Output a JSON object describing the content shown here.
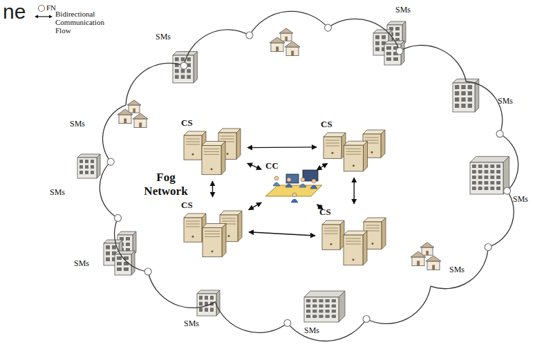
{
  "diagram": {
    "nodes": [
      {
        "text": [
          "Fog Network"
        ]
      },
      {
        "text": [
          "CS"
        ],
        "in": 0
      },
      {
        "text": [
          "CS"
        ],
        "in": 0
      },
      {
        "text": [
          "CC"
        ],
        "in": 0
      },
      {
        "text": [
          "CS"
        ],
        "in": 0
      },
      {
        "text": [
          "CS"
        ],
        "in": 0
      }
    ],
    "edges": [
      {
        "from": 1,
        "to": 2,
        "arrow": "both"
      },
      {
        "from": 1,
        "to": 4,
        "arrow": "both"
      },
      {
        "from": 2,
        "to": 5,
        "arrow": "both"
      },
      {
        "from": 4,
        "to": 5,
        "arrow": "both"
      },
      {
        "from": 1,
        "to": 3,
        "arrow": "both"
      },
      {
        "from": 2,
        "to": 3,
        "arrow": "both"
      },
      {
        "from": 4,
        "to": 3,
        "arrow": "both"
      },
      {
        "from": 5,
        "to": 3,
        "arrow": "both"
      }
    ],
    "labels": [
      "ne",
      "SMs",
      "SMs",
      "SMs",
      "SMs",
      "SMs",
      "SMs",
      "SMs",
      "SMs",
      "SMs",
      "SMs"
    ],
    "legend": [
      {
        "text": "FN"
      },
      {
        "text": "Bidirectional Communication Flow"
      }
    ]
  }
}
